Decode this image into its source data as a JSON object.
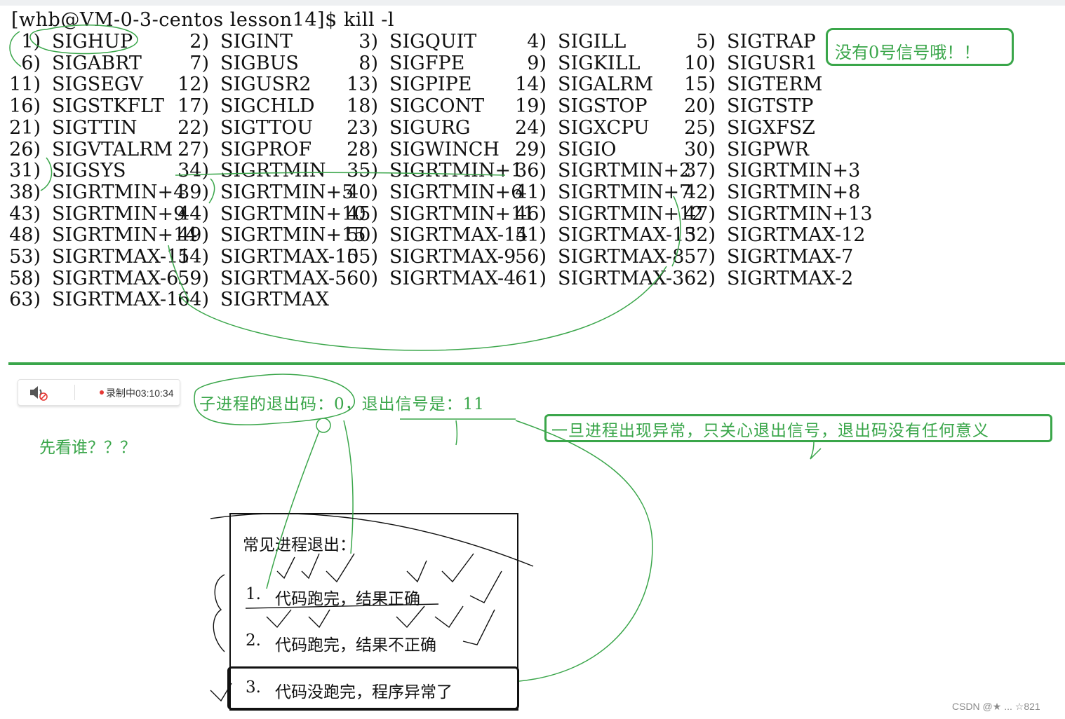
{
  "terminal": {
    "prompt": "[whb@VM-0-3-centos lesson14]$ kill -l",
    "signals": [
      [
        "1)",
        "SIGHUP"
      ],
      [
        "2)",
        "SIGINT"
      ],
      [
        "3)",
        "SIGQUIT"
      ],
      [
        "4)",
        "SIGILL"
      ],
      [
        "5)",
        "SIGTRAP"
      ],
      [
        "6)",
        "SIGABRT"
      ],
      [
        "7)",
        "SIGBUS"
      ],
      [
        "8)",
        "SIGFPE"
      ],
      [
        "9)",
        "SIGKILL"
      ],
      [
        "10)",
        "SIGUSR1"
      ],
      [
        "11)",
        "SIGSEGV"
      ],
      [
        "12)",
        "SIGUSR2"
      ],
      [
        "13)",
        "SIGPIPE"
      ],
      [
        "14)",
        "SIGALRM"
      ],
      [
        "15)",
        "SIGTERM"
      ],
      [
        "16)",
        "SIGSTKFLT"
      ],
      [
        "17)",
        "SIGCHLD"
      ],
      [
        "18)",
        "SIGCONT"
      ],
      [
        "19)",
        "SIGSTOP"
      ],
      [
        "20)",
        "SIGTSTP"
      ],
      [
        "21)",
        "SIGTTIN"
      ],
      [
        "22)",
        "SIGTTOU"
      ],
      [
        "23)",
        "SIGURG"
      ],
      [
        "24)",
        "SIGXCPU"
      ],
      [
        "25)",
        "SIGXFSZ"
      ],
      [
        "26)",
        "SIGVTALRM"
      ],
      [
        "27)",
        "SIGPROF"
      ],
      [
        "28)",
        "SIGWINCH"
      ],
      [
        "29)",
        "SIGIO"
      ],
      [
        "30)",
        "SIGPWR"
      ],
      [
        "31)",
        "SIGSYS"
      ],
      [
        "34)",
        "SIGRTMIN"
      ],
      [
        "35)",
        "SIGRTMIN+1"
      ],
      [
        "36)",
        "SIGRTMIN+2"
      ],
      [
        "37)",
        "SIGRTMIN+3"
      ],
      [
        "38)",
        "SIGRTMIN+4"
      ],
      [
        "39)",
        "SIGRTMIN+5"
      ],
      [
        "40)",
        "SIGRTMIN+6"
      ],
      [
        "41)",
        "SIGRTMIN+7"
      ],
      [
        "42)",
        "SIGRTMIN+8"
      ],
      [
        "43)",
        "SIGRTMIN+9"
      ],
      [
        "44)",
        "SIGRTMIN+10"
      ],
      [
        "45)",
        "SIGRTMIN+11"
      ],
      [
        "46)",
        "SIGRTMIN+12"
      ],
      [
        "47)",
        "SIGRTMIN+13"
      ],
      [
        "48)",
        "SIGRTMIN+14"
      ],
      [
        "49)",
        "SIGRTMIN+15"
      ],
      [
        "50)",
        "SIGRTMAX-14"
      ],
      [
        "51)",
        "SIGRTMAX-13"
      ],
      [
        "52)",
        "SIGRTMAX-12"
      ],
      [
        "53)",
        "SIGRTMAX-11"
      ],
      [
        "54)",
        "SIGRTMAX-10"
      ],
      [
        "55)",
        "SIGRTMAX-9"
      ],
      [
        "56)",
        "SIGRTMAX-8"
      ],
      [
        "57)",
        "SIGRTMAX-7"
      ],
      [
        "58)",
        "SIGRTMAX-6"
      ],
      [
        "59)",
        "SIGRTMAX-5"
      ],
      [
        "60)",
        "SIGRTMAX-4"
      ],
      [
        "61)",
        "SIGRTMAX-3"
      ],
      [
        "62)",
        "SIGRTMAX-2"
      ],
      [
        "63)",
        "SIGRTMAX-1"
      ],
      [
        "64)",
        "SIGRTMAX"
      ]
    ]
  },
  "annotations": {
    "no_zero_signal": "没有0号信号哦！！",
    "exit_info": "子进程的退出码：0，退出信号是：11",
    "exception_note": "一旦进程出现异常，只关心退出信号，退出码没有任何意义",
    "who_first": "先看谁？？？"
  },
  "recording": {
    "speaker_icon": "speaker-muted-icon",
    "status": "录制中03:10:34"
  },
  "doc": {
    "title": "常见进程退出：",
    "items": [
      {
        "num": "1.",
        "text": "代码跑完，结果正确"
      },
      {
        "num": "2.",
        "text": "代码跑完，结果不正确"
      },
      {
        "num": "3.",
        "text": "代码没跑完，程序异常了"
      }
    ]
  },
  "watermark": "CSDN @★ ... ☆821",
  "colors": {
    "annotation_green": "#3aa64a",
    "ink_black": "#111111"
  }
}
